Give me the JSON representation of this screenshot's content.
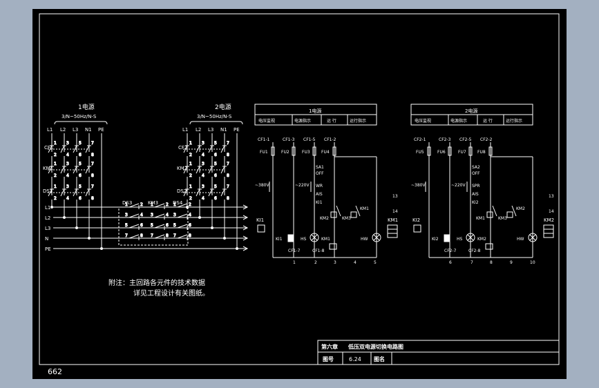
{
  "page_number": "662",
  "left": {
    "source1_label": "1电源",
    "source1_spec": "3/N~50Hz/N-S",
    "source2_label": "2电源",
    "source2_spec": "3/N~50Hz/N-S",
    "phase_labels_1": [
      "L1",
      "L2",
      "L3",
      "N1",
      "PE"
    ],
    "phase_labels_2": [
      "L1",
      "L2",
      "L3",
      "N1",
      "PE"
    ],
    "cf1": "CF1",
    "km1": "KM1",
    "ds1": "DS1",
    "cf2": "CF2",
    "km2": "KM2",
    "ds2": "DS2",
    "ds3": "DS3",
    "km3": "KM3",
    "ds4": "DS4",
    "bus": [
      "L1",
      "L2",
      "L3",
      "N",
      "PE"
    ],
    "terminal_row_a": [
      "1",
      "3",
      "5",
      "7"
    ],
    "terminal_row_b": [
      "2",
      "4",
      "6",
      "8"
    ]
  },
  "note": {
    "line1": "附注：主回路各元件的技术数据",
    "line2": "详见工程设计有关图纸。"
  },
  "ctrl1": {
    "title": "1电源",
    "headers": [
      "电压监视",
      "电源指示",
      "运 行",
      "运行指示"
    ],
    "cf_labels": [
      "CF1-1",
      "CF1-3",
      "CF1-5",
      "CF1-2"
    ],
    "fu_labels": [
      "FU1",
      "FU2",
      "FU3",
      "FU4"
    ],
    "v380": "~380V",
    "v220": "~220V",
    "sa": "SA1",
    "off": "OFF",
    "mode_a": "WR",
    "mode_b": "AIS",
    "ki": "KI1",
    "km": "KM1",
    "km_b": "KM2",
    "km_c": "KM3",
    "hs": "HS",
    "hw": "HW",
    "cf_bottom": "CF1-7",
    "cf_bottom2": "CF1-8",
    "nodes": [
      "1",
      "2",
      "3",
      "4",
      "5"
    ],
    "right_ki": "KI1",
    "right_km": "KM1",
    "tag_a": "13",
    "tag_b": "14"
  },
  "ctrl2": {
    "title": "2电源",
    "headers": [
      "电压监视",
      "电源指示",
      "运 行",
      "运行指示"
    ],
    "cf_labels": [
      "CF2-1",
      "CF2-3",
      "CF2-5",
      "CF2-2"
    ],
    "fu_labels": [
      "FU5",
      "FU6",
      "FU7",
      "FU8"
    ],
    "v380": "~380V",
    "v220": "~220V",
    "sa": "SA2",
    "off": "OFF",
    "mode_a": "SPR",
    "mode_b": "AIS",
    "ki": "KI2",
    "km": "KM2",
    "km_b": "KM1",
    "km_c": "KM3",
    "hs": "HS",
    "hw": "HW",
    "cf_bottom": "CF2-7",
    "cf_bottom2": "CF2-8",
    "nodes": [
      "6",
      "7",
      "8",
      "9",
      "10"
    ],
    "right_ki": "KI2",
    "right_km": "KM2",
    "tag_a": "13",
    "tag_b": "14"
  },
  "title_block": {
    "chapter": "第六章",
    "title": "低压双电源切换电路图",
    "fig_label": "图号",
    "fig_no": "6.24",
    "name_label": "图名"
  }
}
